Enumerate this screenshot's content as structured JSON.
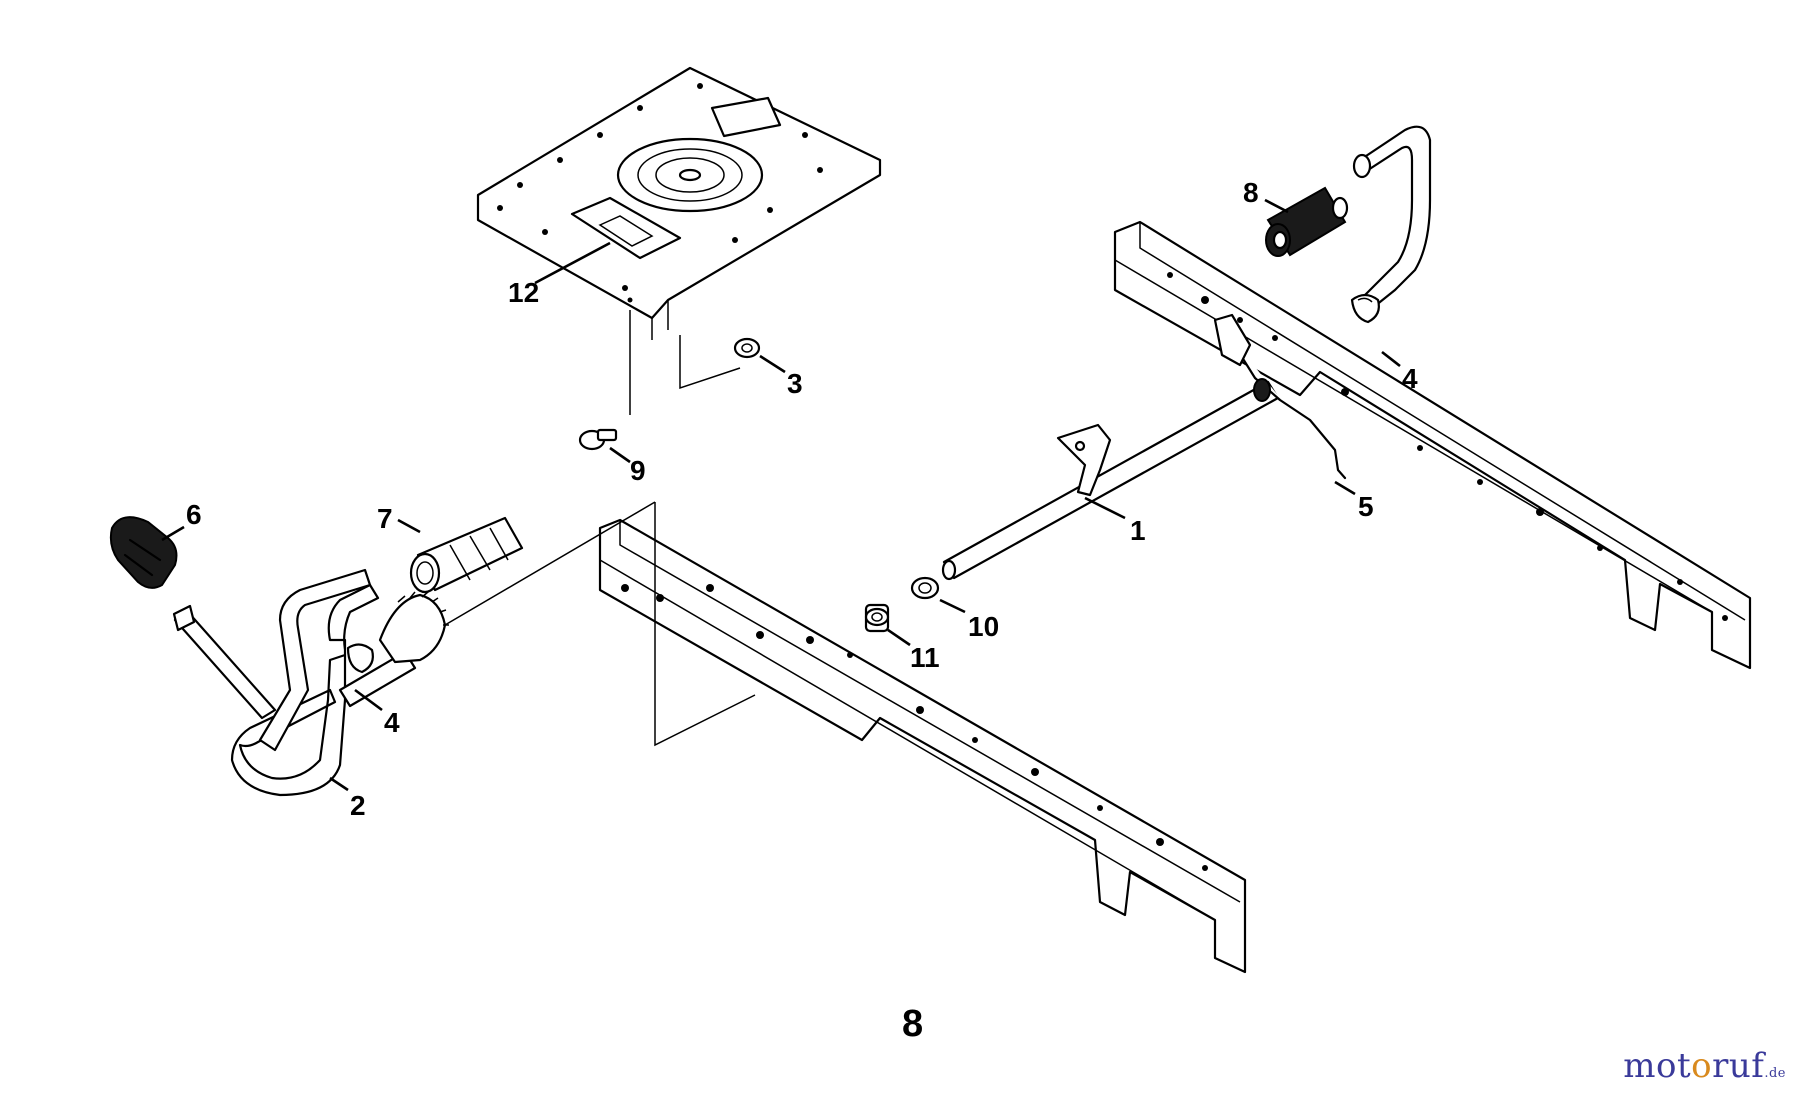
{
  "diagram": {
    "page_number": "8",
    "callouts": {
      "c1": "1",
      "c2": "2",
      "c3": "3",
      "c4a": "4",
      "c4b": "4",
      "c5": "5",
      "c6": "6",
      "c7": "7",
      "c8": "8",
      "c9": "9",
      "c10": "10",
      "c11": "11",
      "c12": "12"
    }
  },
  "watermark": {
    "part1": "mot",
    "part2": "o",
    "part3": "ruf",
    "tld": ".de",
    "colors": {
      "blue": "#3a3a9a",
      "orange": "#d98a1e"
    }
  }
}
